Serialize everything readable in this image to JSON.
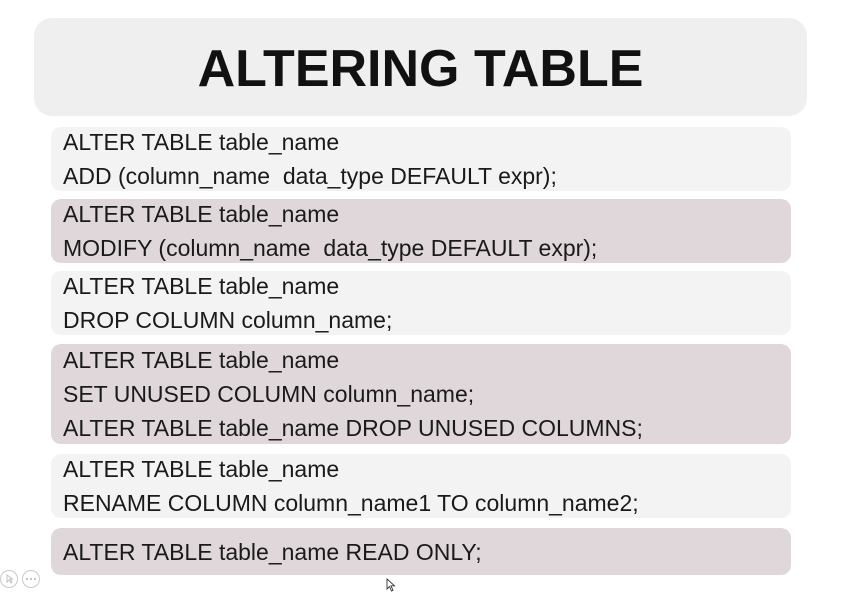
{
  "slide": {
    "title": "ALTERING TABLE",
    "blocks": [
      {
        "lines": [
          "ALTER TABLE table_name",
          "ADD (column_name  data_type DEFAULT expr);"
        ]
      },
      {
        "lines": [
          "ALTER TABLE table_name",
          "MODIFY (column_name  data_type DEFAULT expr);"
        ]
      },
      {
        "lines": [
          "ALTER TABLE table_name",
          "DROP COLUMN column_name;"
        ]
      },
      {
        "lines": [
          "ALTER TABLE table_name",
          "SET UNUSED COLUMN column_name;",
          "ALTER TABLE table_name DROP UNUSED COLUMNS;"
        ]
      },
      {
        "lines": [
          "ALTER TABLE table_name",
          "RENAME COLUMN column_name1 TO column_name2;"
        ]
      },
      {
        "lines": [
          "ALTER TABLE table_name READ ONLY;"
        ]
      }
    ]
  },
  "colors": {
    "title_panel": "#f0efef",
    "block_light": "#f4f3f3",
    "block_dark": "#dfd7da",
    "text": "#1a1a1a"
  },
  "icons": [
    "pointer-icon",
    "more-options-icon",
    "mouse-cursor-icon"
  ]
}
